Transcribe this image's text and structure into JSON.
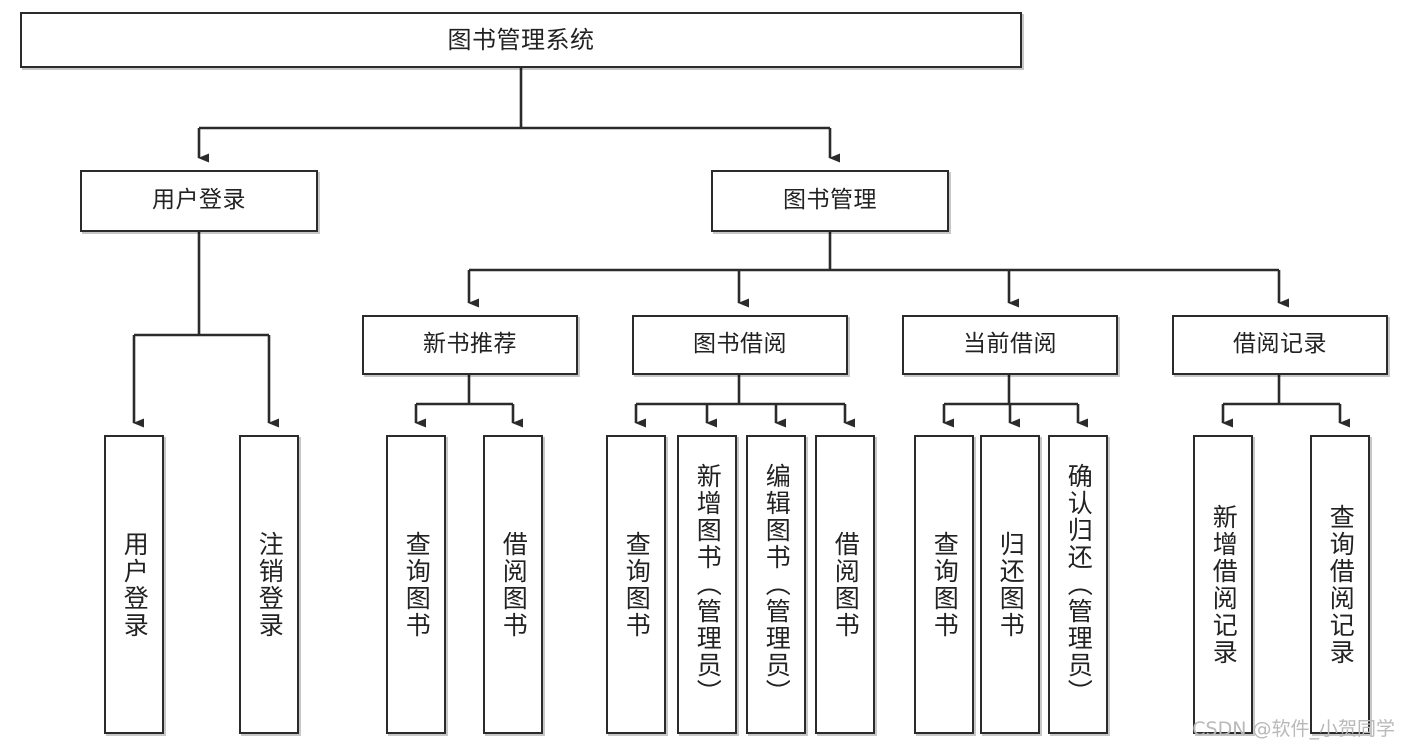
{
  "diagram": {
    "type": "tree-hierarchy-chart",
    "title": "图书管理系统",
    "line_color": "#2b2b2b",
    "text_color": "#222222",
    "background": "#ffffff",
    "root": {
      "id": "root",
      "label": "图书管理系统"
    },
    "level2": [
      {
        "id": "user-login",
        "label": "用户登录"
      },
      {
        "id": "book-management",
        "label": "图书管理"
      }
    ],
    "level3": [
      {
        "id": "new-book-recommend",
        "label": "新书推荐"
      },
      {
        "id": "book-borrow",
        "label": "图书借阅"
      },
      {
        "id": "current-borrow",
        "label": "当前借阅"
      },
      {
        "id": "borrow-record",
        "label": "借阅记录"
      }
    ],
    "leaves": {
      "user_login": [
        {
          "id": "leaf-user-login",
          "label": "用户登录"
        },
        {
          "id": "leaf-logout-login",
          "label": "注销登录"
        }
      ],
      "new_book_recommend": [
        {
          "id": "leaf-query-book-1",
          "label": "查询图书"
        },
        {
          "id": "leaf-borrow-book-1",
          "label": "借阅图书"
        }
      ],
      "book_borrow": [
        {
          "id": "leaf-query-book-2",
          "label": "查询图书"
        },
        {
          "id": "leaf-add-book",
          "label": "新增图书（管理员）"
        },
        {
          "id": "leaf-edit-book",
          "label": "编辑图书（管理员）"
        },
        {
          "id": "leaf-borrow-book-2",
          "label": "借阅图书"
        }
      ],
      "current_borrow": [
        {
          "id": "leaf-query-book-3",
          "label": "查询图书"
        },
        {
          "id": "leaf-return-book",
          "label": "归还图书"
        },
        {
          "id": "leaf-confirm-return",
          "label": "确认归还（管理员）"
        }
      ],
      "borrow_record": [
        {
          "id": "leaf-add-record",
          "label": "新增借阅记录"
        },
        {
          "id": "leaf-query-record",
          "label": "查询借阅记录"
        }
      ]
    }
  },
  "watermark": {
    "text": "CSDN @软件_小贺同学"
  }
}
